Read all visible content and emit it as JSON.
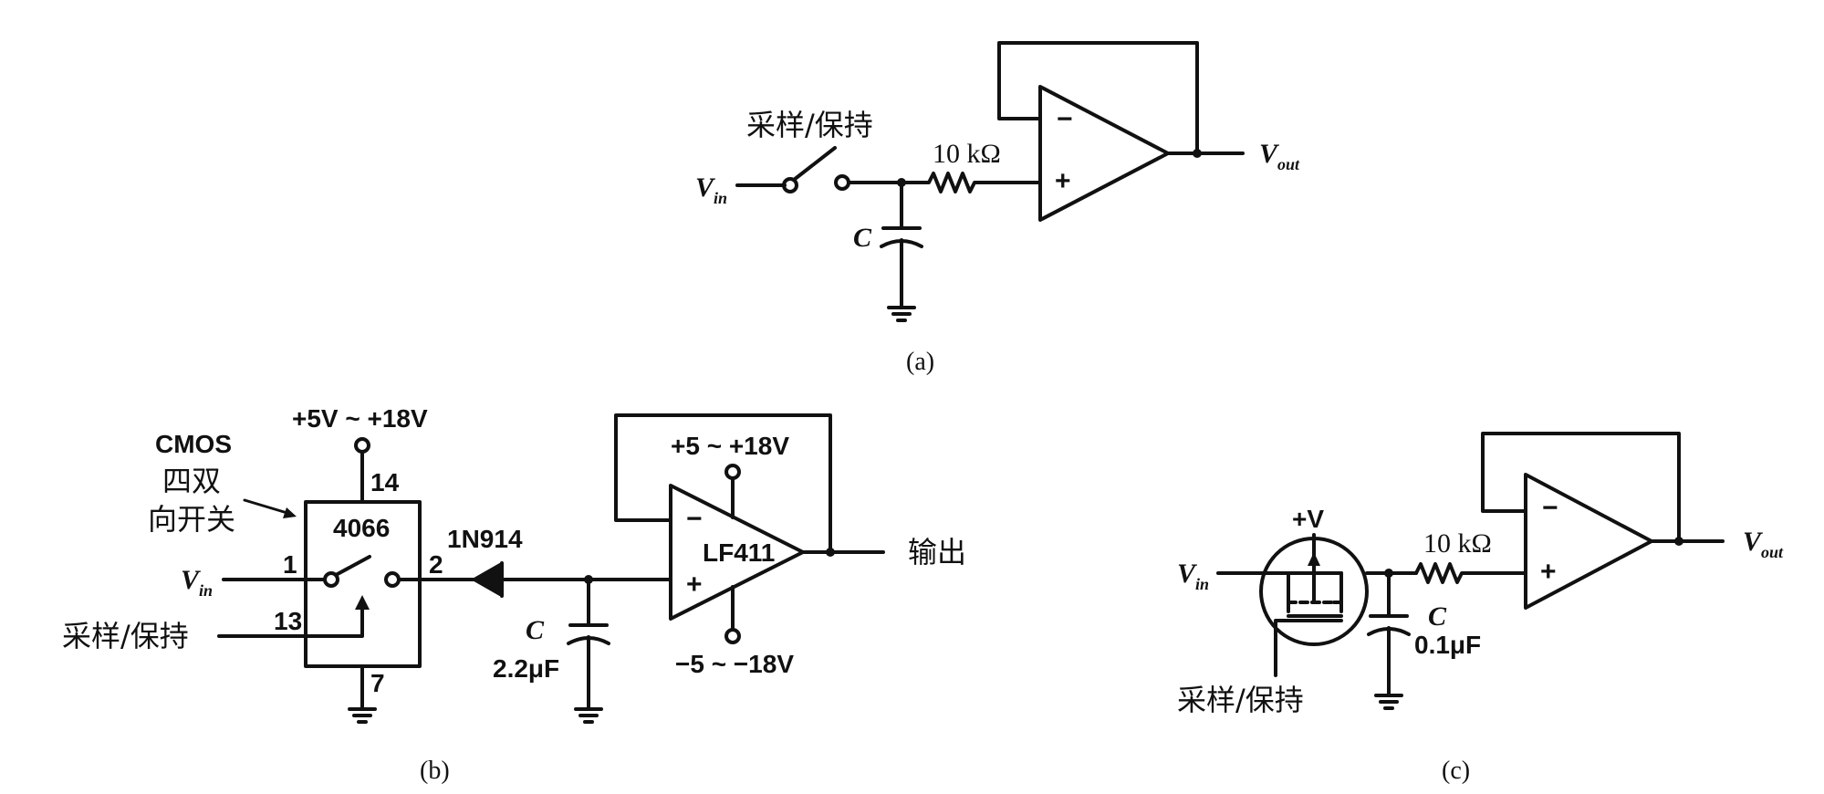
{
  "a": {
    "switch_label": "采样/保持",
    "vin": "V",
    "vin_sub": "in",
    "resistor": "10 kΩ",
    "cap": "C",
    "minus": "−",
    "plus": "+",
    "vout": "V",
    "vout_sub": "out",
    "caption": "(a)"
  },
  "b": {
    "supply": "+5V ~ +18V",
    "cmos_line1": "CMOS",
    "cmos_line2": "四双",
    "cmos_line3": "向开关",
    "chip": "4066",
    "pin14": "14",
    "pin1": "1",
    "pin2": "2",
    "pin13": "13",
    "pin7": "7",
    "vin": "V",
    "vin_sub": "in",
    "sh": "采样/保持",
    "diode": "1N914",
    "cap": "C",
    "cap_val": "2.2μF",
    "pos_supply": "+5 ~ +18V",
    "neg_supply": "−5 ~ −18V",
    "opamp": "LF411",
    "minus": "−",
    "plus": "+",
    "out": "输出",
    "caption": "(b)"
  },
  "c": {
    "gate_supply": "+V",
    "vin": "V",
    "vin_sub": "in",
    "resistor": "10 kΩ",
    "cap": "C",
    "cap_val": "0.1μF",
    "sh": "采样/保持",
    "minus": "−",
    "plus": "+",
    "vout": "V",
    "vout_sub": "out",
    "caption": "(c)"
  }
}
